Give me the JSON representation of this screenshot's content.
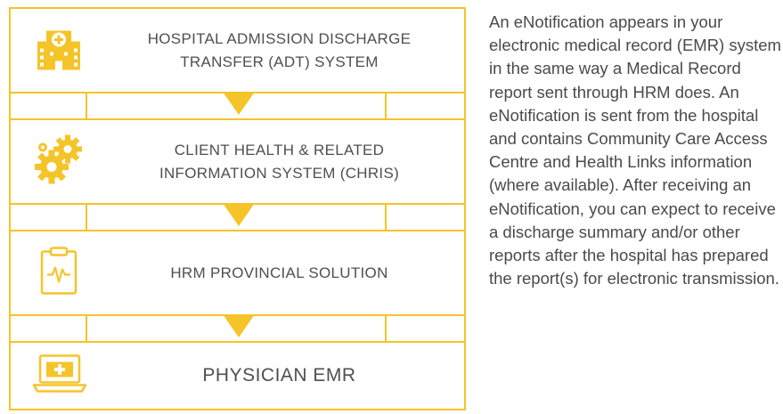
{
  "steps": [
    {
      "label": "HOSPITAL ADMISSION DISCHARGE\nTRANSFER (ADT) SYSTEM",
      "icon": "hospital-icon"
    },
    {
      "label": "CLIENT HEALTH & RELATED\nINFORMATION SYSTEM (CHRIS)",
      "icon": "gears-icon"
    },
    {
      "label": "HRM PROVINCIAL SOLUTION",
      "icon": "clipboard-heartbeat-icon"
    },
    {
      "label": "PHYSICIAN EMR",
      "icon": "laptop-medical-icon"
    }
  ],
  "description": "An eNotification appears in your electronic medical record (EMR) system in the same way a Medical Record report sent through HRM does. An eNotification is sent from the hospital and contains Community Care Access Centre and Health Links information (where available). After receiving an eNotification, you can expect to receive a discharge summary and/or other reports after the hospital has prepared the report(s) for electronic transmission.",
  "colors": {
    "accent": "#f5c428",
    "text": "#4a4a4a"
  }
}
